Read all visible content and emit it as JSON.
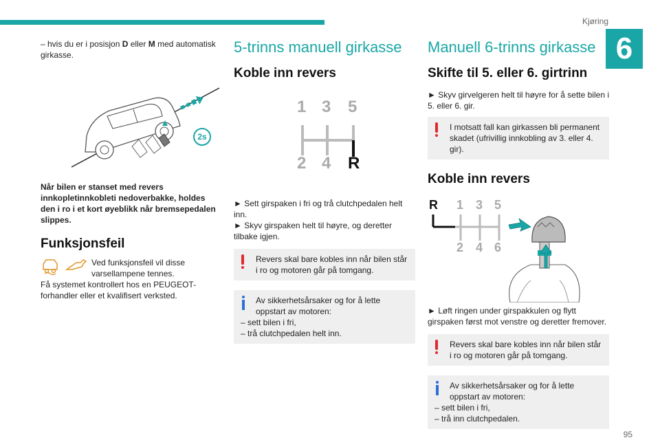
{
  "header": {
    "title": "Kjøring",
    "chapter": "6"
  },
  "col1": {
    "intro_prefix": "–  hvis du er i posisjon ",
    "intro_d": "D",
    "intro_mid": " eller ",
    "intro_m": "M",
    "intro_suffix": " med automatisk girkasse.",
    "hold_text": "Når bilen er stanset med revers innkopletinnkobleti nedoverbakke, holdes den i ro i et kort øyeblikk når bremsepedalen slippes.",
    "fault_title": "Funksjonsfeil",
    "fault_text_1": "Ved funksjonsfeil vil disse varsellampene tennes.",
    "fault_text_2": "Få systemet kontrollert hos en PEUGEOT-forhandler eller et kvalifisert verksted.",
    "timer_label": "2s"
  },
  "col2": {
    "section_title": "5-trinns manuell girkasse",
    "sub_title": "Koble inn revers",
    "gears_top": [
      "1",
      "3",
      "5"
    ],
    "gears_bottom": [
      "2",
      "4",
      "R"
    ],
    "step_1": "► Sett girspaken i fri og trå clutchpedalen helt inn.",
    "step_2": "► Skyv girspaken helt til høyre, og deretter tilbake igjen.",
    "warning": "Revers skal bare kobles inn når bilen står i ro og motoren går på tomgang.",
    "info_lead": "Av sikkerhetsårsaker og for å lette oppstart av motoren:",
    "info_items": [
      "–  sett bilen i fri,",
      "–  trå clutchpedalen helt inn."
    ]
  },
  "col3": {
    "section_title": "Manuell 6-trinns girkasse",
    "sub_title": "Skifte til 5. eller 6. girtrinn",
    "step_1": "► Skyv girvelgeren helt til høyre for å sette bilen i 5. eller 6. gir.",
    "warning": "I motsatt fall kan girkassen bli permanent skadet (ufrivillig innkobling av 3. eller 4. gir).",
    "sub_title_2": "Koble inn revers",
    "gears_top": [
      "R",
      "1",
      "3",
      "5"
    ],
    "gears_bottom": [
      "2",
      "4",
      "6"
    ],
    "step_2": "► Løft ringen under girspakkulen og flytt girspaken først mot venstre og deretter fremover.",
    "warning_2": "Revers skal bare kobles inn når bilen står i ro og motoren går på tomgang.",
    "info_lead": "Av sikkerhetsårsaker og for å lette oppstart av motoren:",
    "info_items": [
      "–  sett bilen i fri,",
      "–  trå inn clutchpedalen."
    ]
  },
  "footer": {
    "page_number": "95"
  },
  "colors": {
    "accent": "#1aa6a6",
    "warning": "#e4262f",
    "info": "#2c6fd6",
    "gray_box": "#efefef"
  }
}
